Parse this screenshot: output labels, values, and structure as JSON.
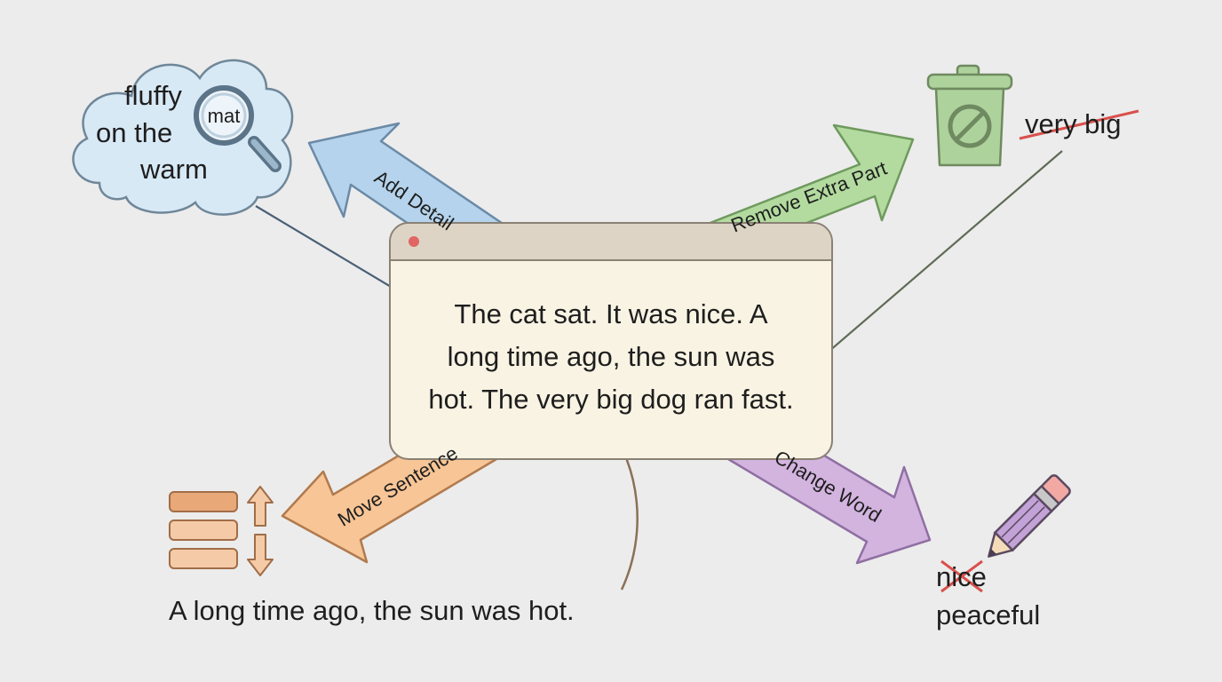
{
  "paragraph_lines": [
    "The cat sat. It was nice. A",
    "long time ago, the sun was",
    "hot. The very big dog ran fast."
  ],
  "arrows": {
    "add_detail": "Add Detail",
    "remove_extra": "Remove Extra Part",
    "move_sentence": "Move Sentence",
    "change_word": "Change Word"
  },
  "cloud": {
    "line1": "fluffy",
    "line2": "on the",
    "line3": "warm",
    "magnifier_word": "mat"
  },
  "remove": {
    "struck_text": "very big"
  },
  "move": {
    "sentence": "A long time ago, the sun was hot."
  },
  "change": {
    "old_word": "nice",
    "new_word": "peaceful"
  },
  "colors": {
    "blue": "#b5d3ec",
    "green": "#b3dba0",
    "orange": "#f7c596",
    "purple": "#d2b4df",
    "strike_red": "#d9504c"
  },
  "icons": [
    "magnifier-icon",
    "trash-icon",
    "stacked-bars-icon",
    "pencil-icon"
  ]
}
